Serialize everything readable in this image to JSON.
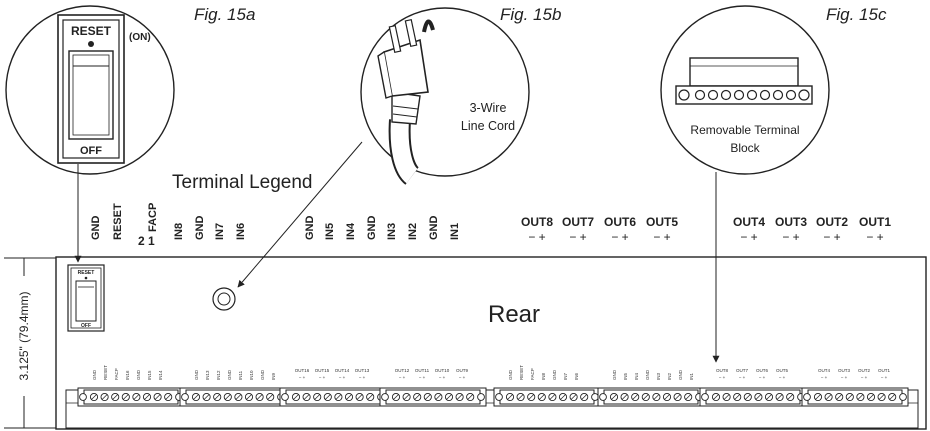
{
  "figures": {
    "a": "Fig. 15a",
    "b": "Fig. 15b",
    "c": "Fig. 15c"
  },
  "switch": {
    "reset": "RESET",
    "on": "(ON)",
    "off": "OFF"
  },
  "cord": {
    "line1": "3-Wire",
    "line2": "Line Cord"
  },
  "terminal_block": {
    "line1": "Removable Terminal",
    "line2": "Block"
  },
  "legend_title": "Terminal Legend",
  "rear_label": "Rear",
  "dimension": "3.125\" (79.4mm)",
  "legend_group_1": [
    "GND",
    "RESET"
  ],
  "facp": {
    "label": "FACP",
    "pins": "2  1"
  },
  "legend_group_2": [
    "IN8",
    "GND",
    "IN7",
    "IN6"
  ],
  "legend_group_3": [
    "GND",
    "IN5",
    "IN4",
    "GND",
    "IN3",
    "IN2",
    "GND",
    "IN1"
  ],
  "outputs_left": [
    "OUT8",
    "OUT7",
    "OUT6",
    "OUT5"
  ],
  "outputs_right": [
    "OUT4",
    "OUT3",
    "OUT2",
    "OUT1"
  ],
  "polarity": "−  +",
  "small_blocks": [
    [
      "GND",
      "RESET",
      "FACP",
      "IN16",
      "GND",
      "IN15",
      "IN14"
    ],
    [
      "GND",
      "IN13",
      "IN12",
      "GND",
      "IN11",
      "IN10",
      "GND",
      "IN9"
    ],
    [
      "OUT16",
      "OUT15",
      "OUT14",
      "OUT13"
    ],
    [
      "OUT12",
      "OUT11",
      "OUT10",
      "OUT9"
    ],
    [
      "GND",
      "RESET",
      "FACP",
      "IN8",
      "GND",
      "IN7",
      "IN6"
    ],
    [
      "GND",
      "IN5",
      "IN4",
      "GND",
      "IN3",
      "IN2",
      "GND",
      "IN1"
    ],
    [
      "OUT8",
      "OUT7",
      "OUT6",
      "OUT5"
    ],
    [
      "OUT4",
      "OUT3",
      "OUT2",
      "OUT1"
    ]
  ]
}
